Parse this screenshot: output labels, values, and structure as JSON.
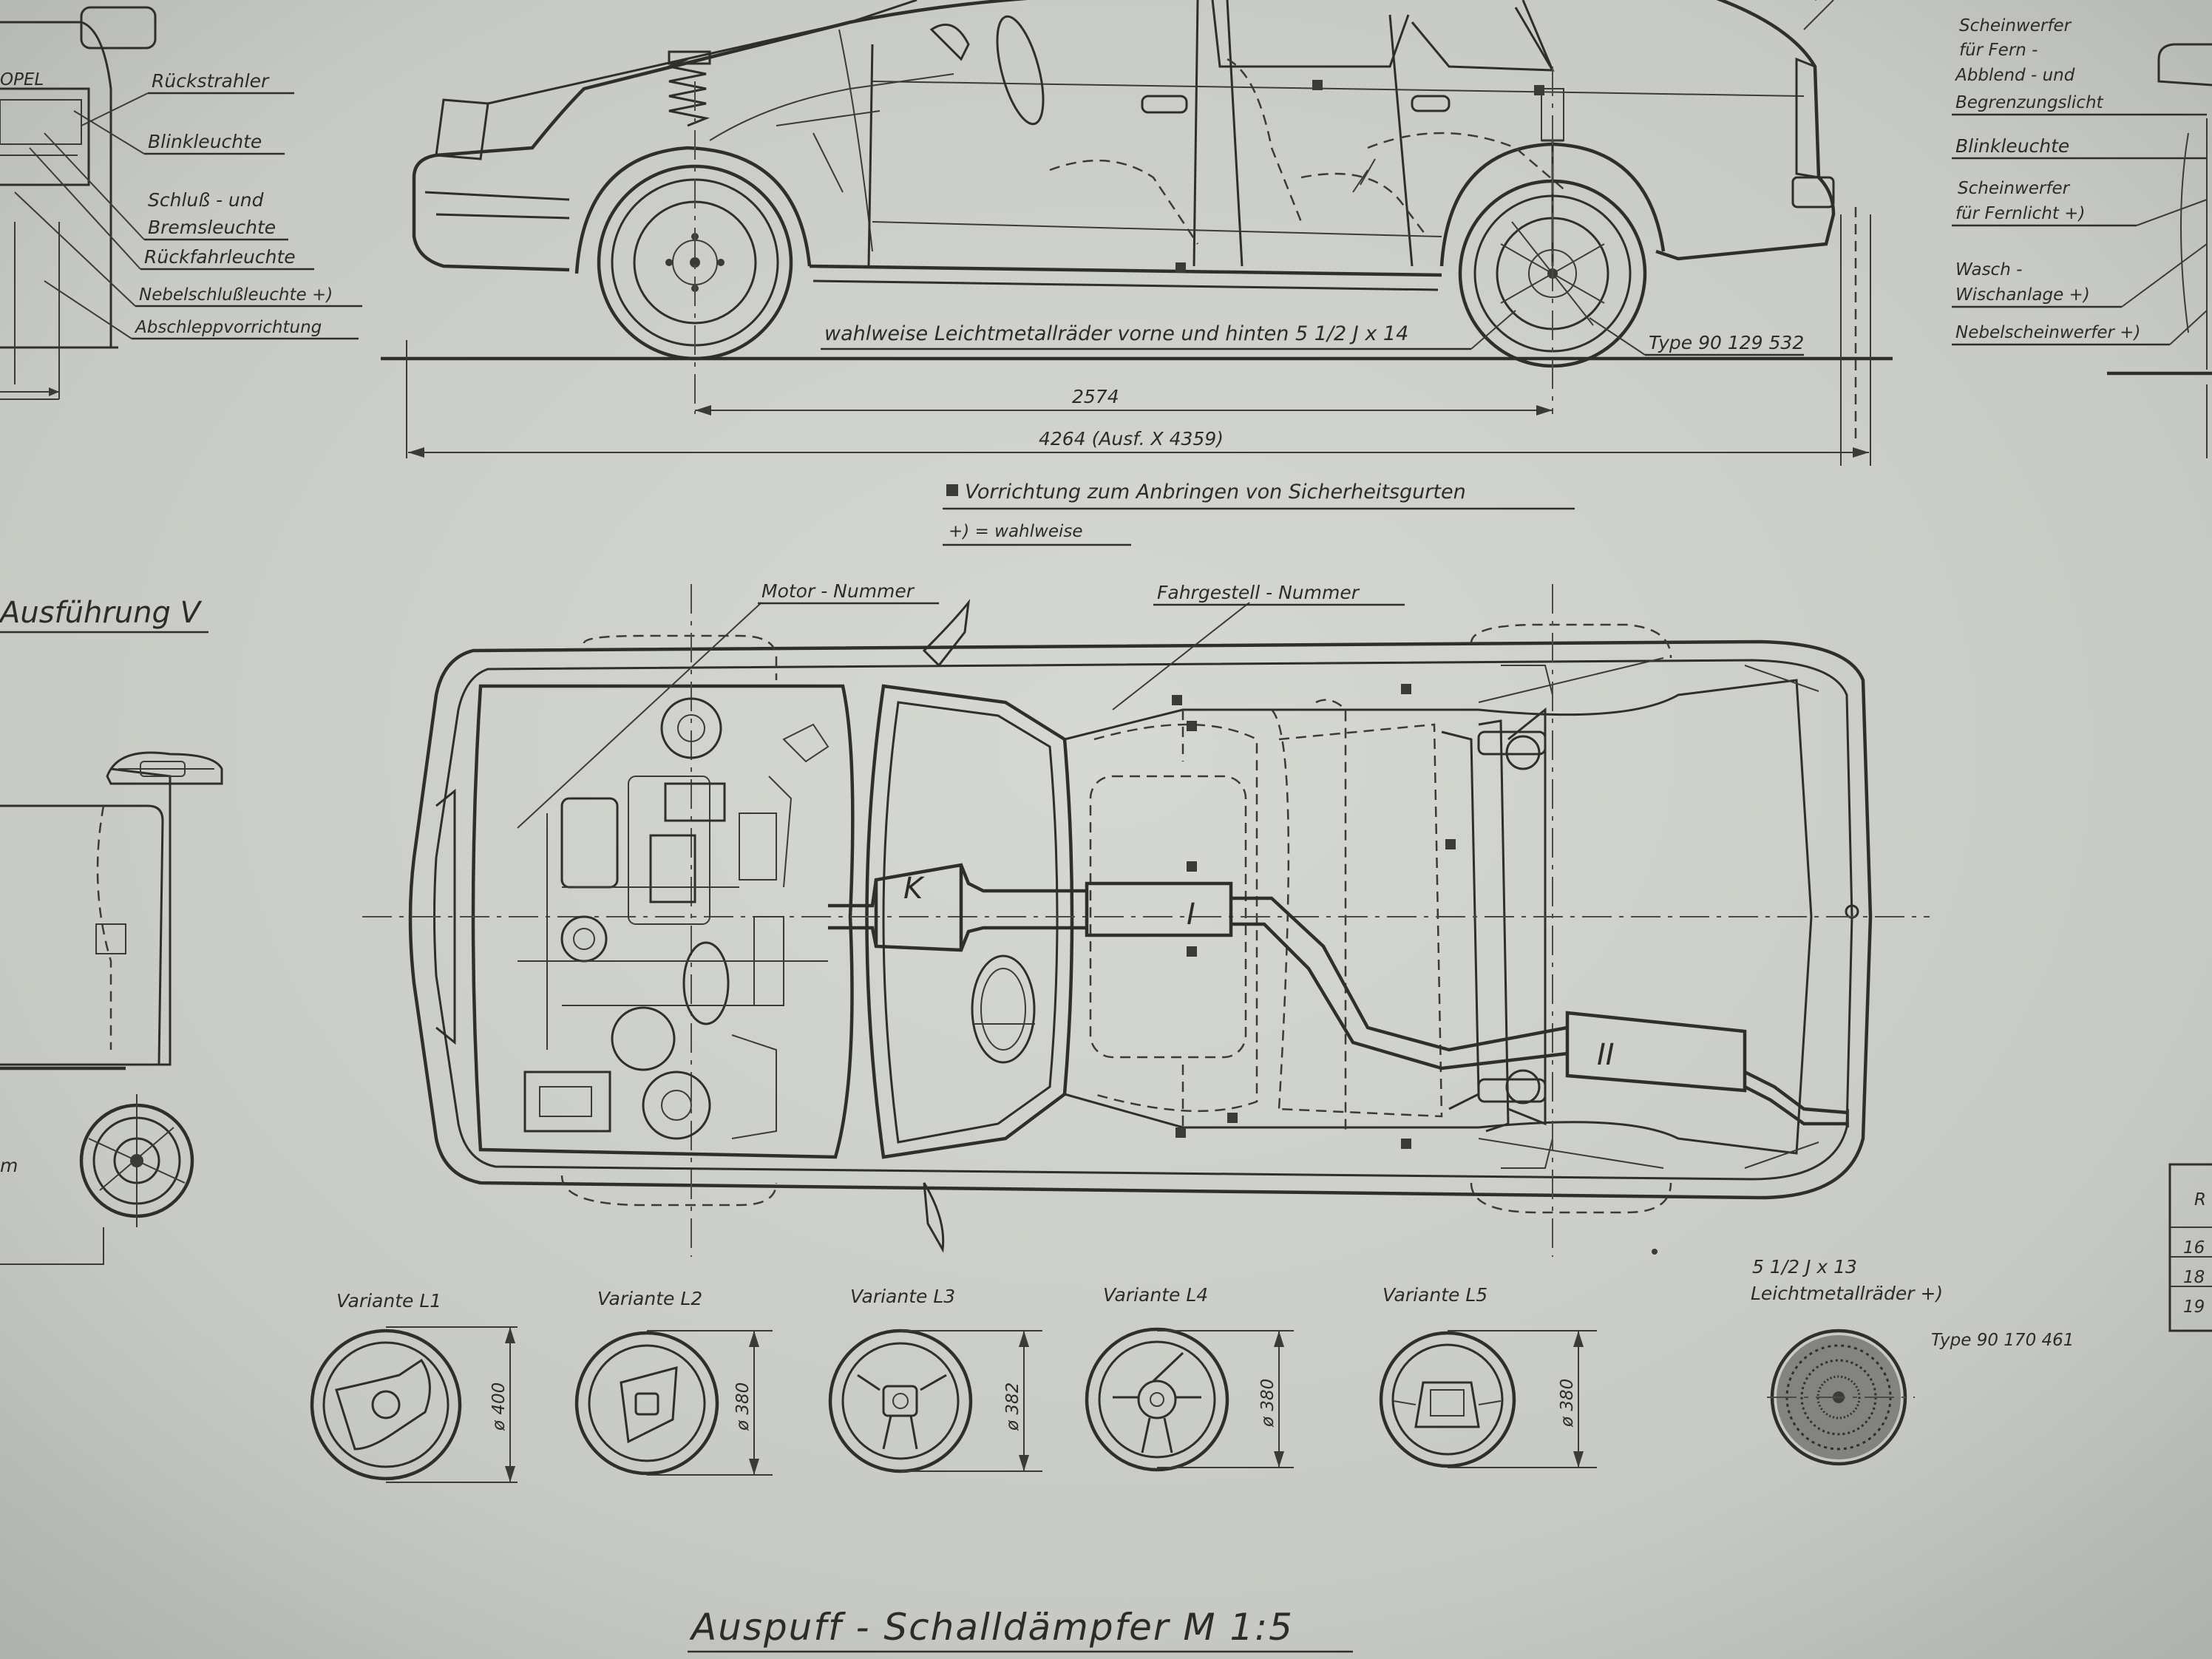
{
  "side_view": {
    "rear_labels": [
      {
        "id": "rueckstrahler",
        "text": "Rückstrahler"
      },
      {
        "id": "blinkleuchte",
        "text": "Blinkleuchte"
      },
      {
        "id": "schluss",
        "text": "Schluß - und"
      },
      {
        "id": "bremsleuchte",
        "text": "Bremsleuchte"
      },
      {
        "id": "rueckfahr",
        "text": "Rückfahrleuchte"
      },
      {
        "id": "nebelschluss",
        "text": "Nebelschlußleuchte +)"
      },
      {
        "id": "abschlepp",
        "text": "Abschleppvorrichtung"
      }
    ],
    "front_labels": [
      {
        "id": "scheinwerfer1",
        "text": "Scheinwerfer"
      },
      {
        "id": "fuer_fern",
        "text": "für Fern -"
      },
      {
        "id": "abblend",
        "text": "Abblend - und"
      },
      {
        "id": "begrenzung",
        "text": "Begrenzungslicht"
      },
      {
        "id": "blinkleuchte_f",
        "text": "Blinkleuchte"
      },
      {
        "id": "scheinwerfer2",
        "text": "Scheinwerfer"
      },
      {
        "id": "fernlicht",
        "text": "für Fernlicht +)"
      },
      {
        "id": "wasch",
        "text": "Wasch -"
      },
      {
        "id": "wischanlage",
        "text": "Wischanlage +)"
      },
      {
        "id": "nebelscheinwerfer",
        "text": "Nebelscheinwerfer +)"
      }
    ],
    "wheels_note": "wahlweise Leichtmetallräder vorne und hinten 5 1/2 J x 14",
    "wheel_type": "Type 90 129 532",
    "wheelbase": "2574",
    "length": "4264 (Ausf. X 4359)",
    "logo": "OPEL"
  },
  "legend": {
    "seatbelt": "Vorrichtung zum Anbringen von Sicherheitsgurten",
    "optional": "+) = wahlweise"
  },
  "ausfuehrung": "Ausführung V",
  "top_view": {
    "motor_nummer": "Motor - Nummer",
    "fahrgestell": "Fahrgestell - Nummer",
    "muffler_k": "K",
    "muffler_1": "I",
    "muffler_2": "II"
  },
  "steering_wheels": [
    {
      "id": "l1",
      "variant": "Variante L1",
      "dia": "ø 400"
    },
    {
      "id": "l2",
      "variant": "Variante L2",
      "dia": "ø 380"
    },
    {
      "id": "l3",
      "variant": "Variante L3",
      "dia": "ø 382"
    },
    {
      "id": "l4",
      "variant": "Variante L4",
      "dia": "ø 380"
    },
    {
      "id": "l5",
      "variant": "Variante L5",
      "dia": "ø 380"
    }
  ],
  "alloy": {
    "size": "5 1/2 J x 13",
    "label": "Leichtmetallräder +)",
    "type": "Type 90 170 461"
  },
  "bottom_title": "Auspuff - Schalldämpfer M 1:5",
  "right_table": {
    "header": "R",
    "rows": [
      "16",
      "18",
      "19"
    ]
  },
  "left_edge_mark": "m"
}
